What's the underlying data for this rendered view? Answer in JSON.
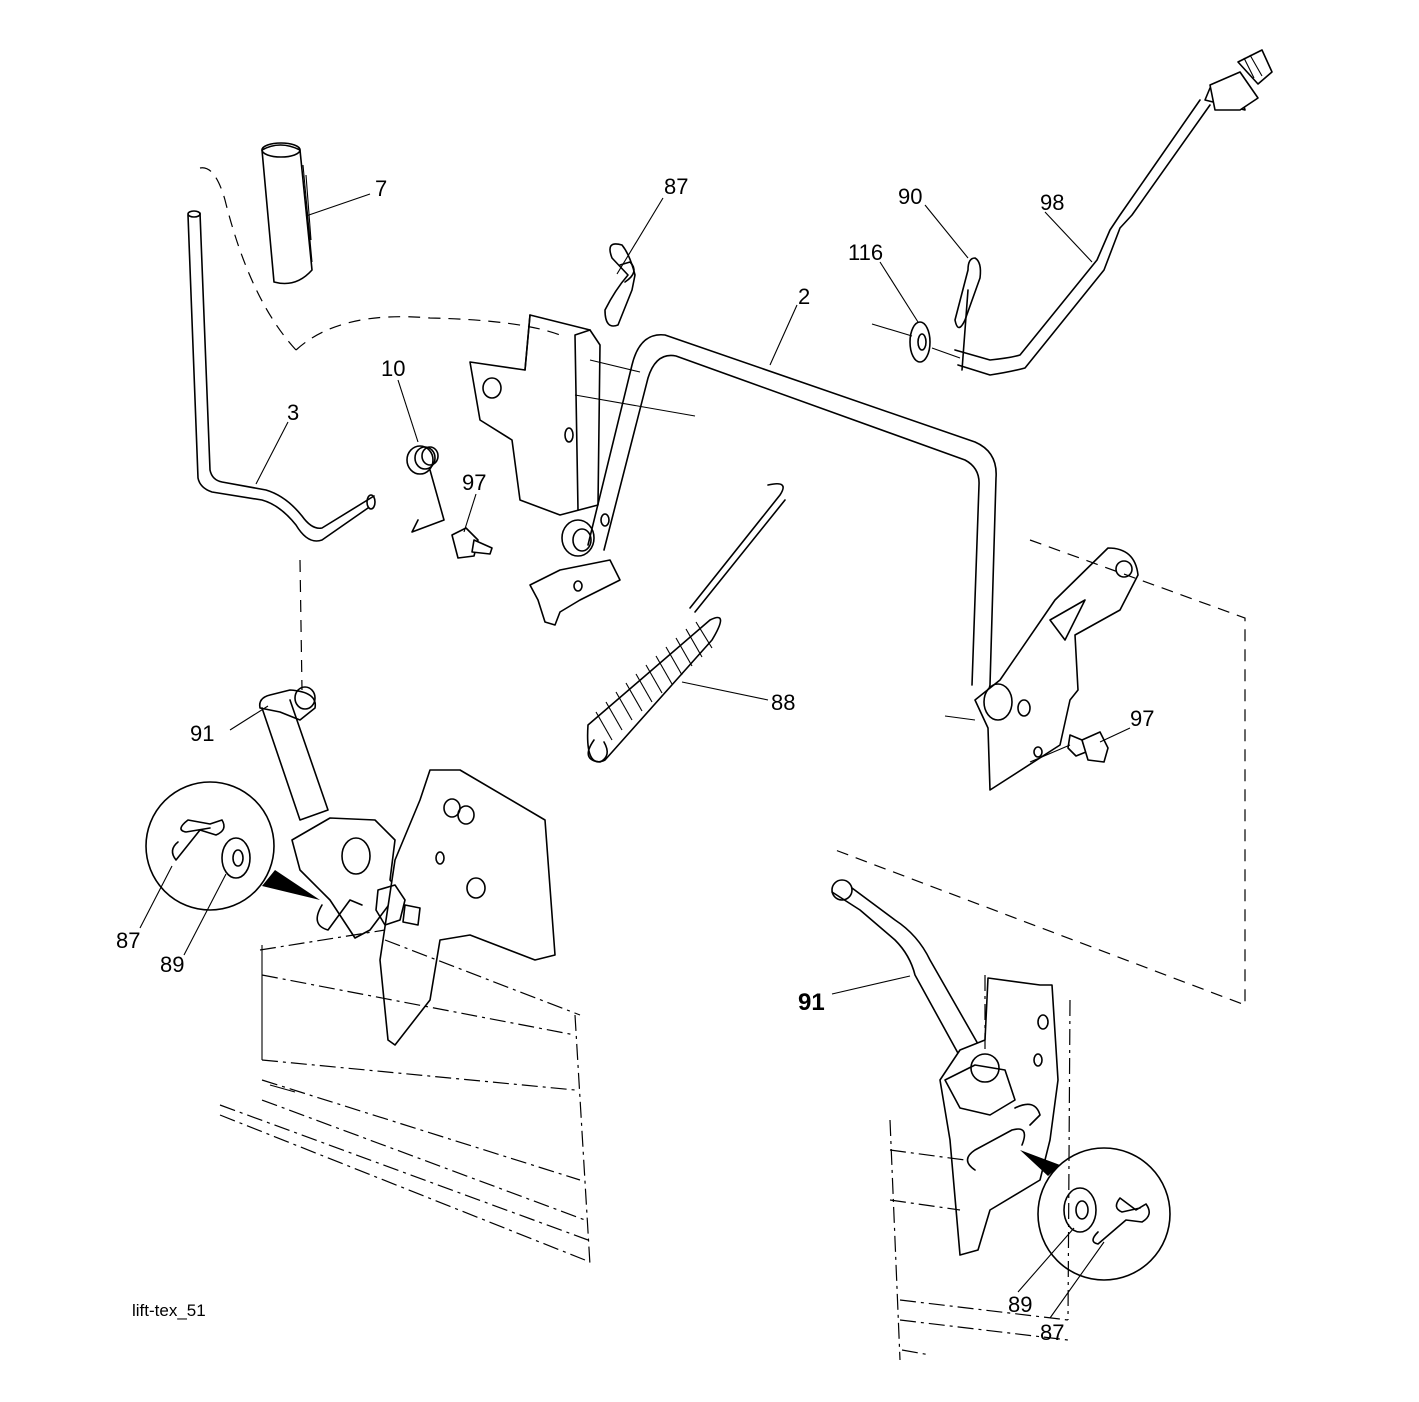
{
  "diagram_id": "lift-tex_51",
  "callouts": {
    "c7": "7",
    "c87_top": "87",
    "c90": "90",
    "c98": "98",
    "c116": "116",
    "c2": "2",
    "c10": "10",
    "c3": "3",
    "c97_mid": "97",
    "c88": "88",
    "c91_left": "91",
    "c97_right": "97",
    "c87_left": "87",
    "c89_left": "89",
    "c91_right": "91",
    "c89_right": "89",
    "c87_right": "87"
  }
}
